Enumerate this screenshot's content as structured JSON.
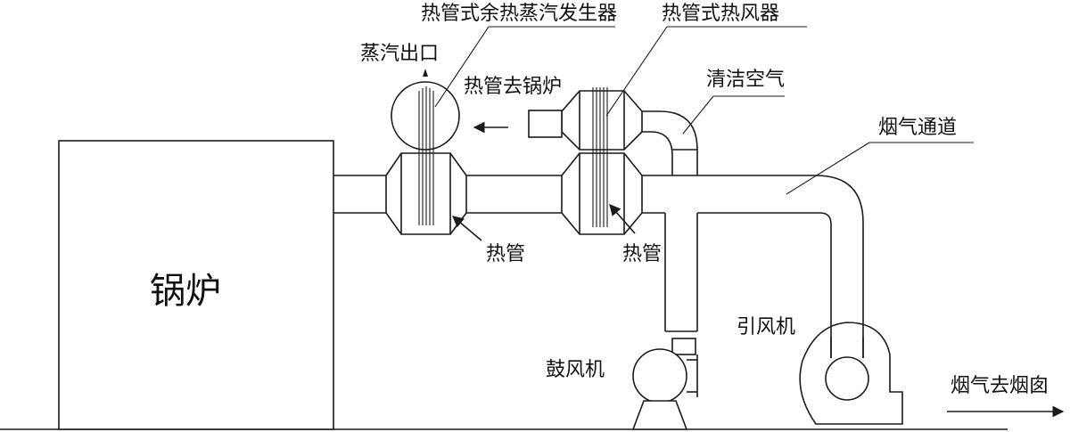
{
  "labels": {
    "boiler": "锅炉",
    "steam_generator": "热管式余热蒸汽发生器",
    "air_heater": "热管式热风器",
    "steam_outlet": "蒸汽出口",
    "heat_pipe_to_boiler": "热管去锅炉",
    "clean_air": "清洁空气",
    "flue_channel": "烟气通道",
    "heat_pipe_1": "热管",
    "heat_pipe_2": "热管",
    "induced_fan": "引风机",
    "blower": "鼓风机",
    "flue_to_chimney": "烟气去烟囱"
  }
}
